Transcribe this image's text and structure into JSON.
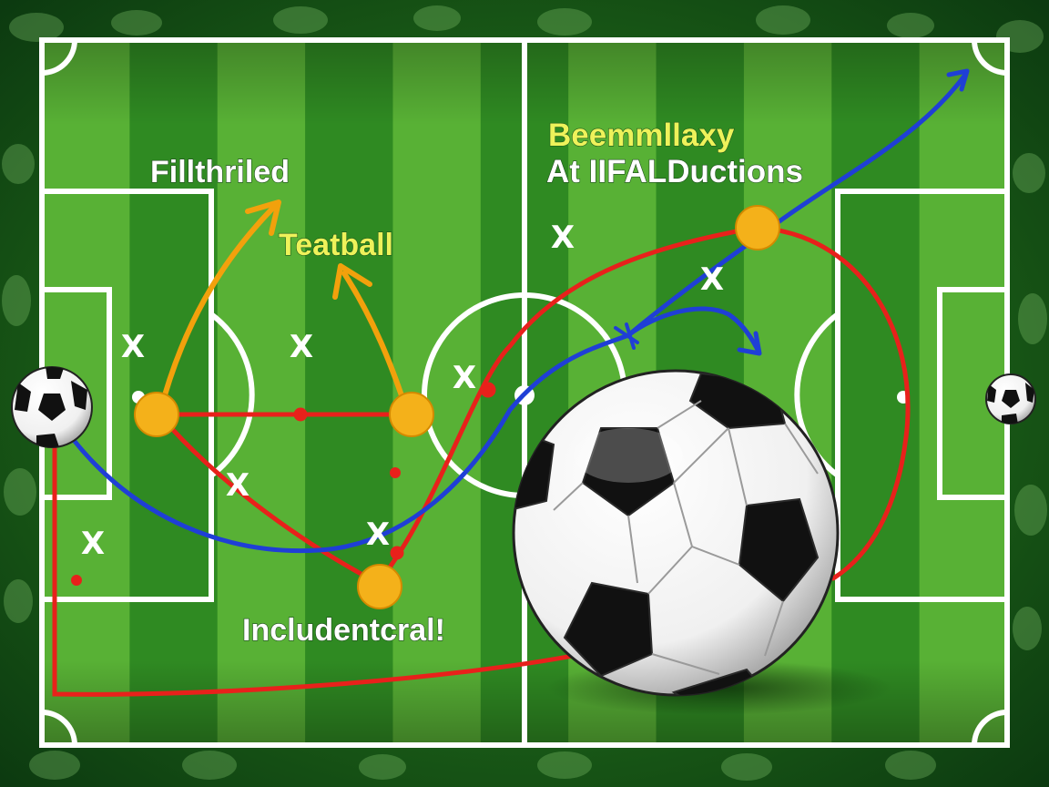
{
  "labels": {
    "left_top": "Fillthriled",
    "left_mid": "Teatball",
    "right_line1": "Beemmllaxy",
    "right_line2": "At IIFALDuctions",
    "bottom": "Includentcral!"
  },
  "marker_glyph": "X",
  "colors": {
    "pitch_light": "#58b135",
    "pitch_dark": "#2f8a22",
    "field_lines": "#ffffff",
    "path_red": "#e8211b",
    "path_blue": "#1f3fd6",
    "path_orange": "#f2a10c",
    "player_dot": "#f4b11a",
    "label_accent": "#eef25a"
  },
  "icons": [
    "soccer-ball-icon",
    "arrow-head-icon",
    "player-marker-icon",
    "opponent-x-icon"
  ]
}
